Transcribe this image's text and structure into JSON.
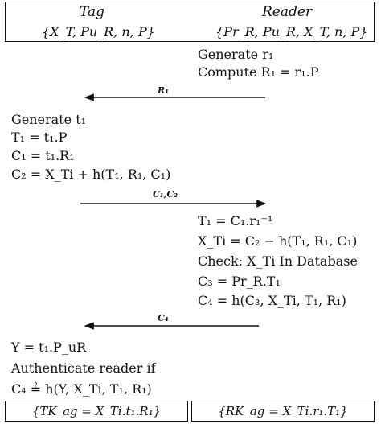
{
  "header": {
    "tag_title": "Tag",
    "reader_title": "Reader",
    "tag_set": "{X_T, Pu_R, n, P}",
    "reader_set": "{Pr_R, Pu_R, X_T, n, P}"
  },
  "reader_step1": {
    "line1": "Generate r₁",
    "line2": "Compute R₁ = r₁.P"
  },
  "messages": {
    "m1": "R₁",
    "m2": "C₁,C₂",
    "m3": "C₄"
  },
  "tag_step1": {
    "line1": "Generate t₁",
    "line2": "T₁ = t₁.P",
    "line3": "C₁ = t₁.R₁",
    "line4": "C₂ = X_Ti + h(T₁, R₁, C₁)"
  },
  "reader_step2": {
    "line1": "T₁ = C₁.r₁⁻¹",
    "line2": "X_Ti = C₂ − h(T₁, R₁, C₁)",
    "line3": "Check: X_Ti In Database",
    "line4": "C₃ = Pr_R.T₁",
    "line5": "C₄ = h(C₃, X_Ti, T₁, R₁)"
  },
  "tag_step2": {
    "line1": "Y = t₁.P_uR",
    "line2": "Authenticate reader if",
    "line3": "C₄ ≟ h(Y, X_Ti, T₁, R₁)"
  },
  "footer": {
    "tag_key": "{TK_ag = X_Ti.t₁.R₁}",
    "reader_key": "{RK_ag = X_Ti.r₁.T₁}"
  }
}
